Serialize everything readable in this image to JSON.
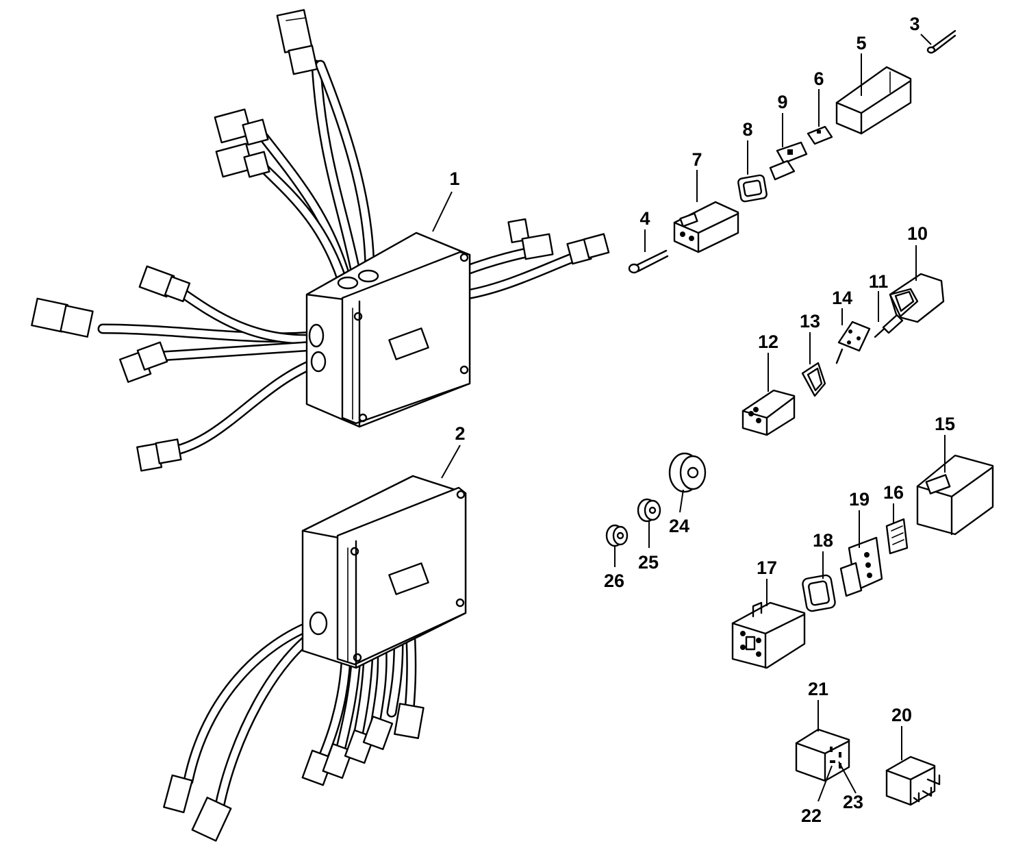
{
  "diagram": {
    "part_callouts": [
      {
        "id": "p1",
        "label": "1"
      },
      {
        "id": "p2",
        "label": "2"
      },
      {
        "id": "p3",
        "label": "3"
      },
      {
        "id": "p4",
        "label": "4"
      },
      {
        "id": "p5",
        "label": "5"
      },
      {
        "id": "p6",
        "label": "6"
      },
      {
        "id": "p7",
        "label": "7"
      },
      {
        "id": "p8",
        "label": "8"
      },
      {
        "id": "p9",
        "label": "9"
      },
      {
        "id": "p10",
        "label": "10"
      },
      {
        "id": "p11",
        "label": "11"
      },
      {
        "id": "p12",
        "label": "12"
      },
      {
        "id": "p13",
        "label": "13"
      },
      {
        "id": "p14",
        "label": "14"
      },
      {
        "id": "p15",
        "label": "15"
      },
      {
        "id": "p16",
        "label": "16"
      },
      {
        "id": "p17",
        "label": "17"
      },
      {
        "id": "p18",
        "label": "18"
      },
      {
        "id": "p19",
        "label": "19"
      },
      {
        "id": "p20",
        "label": "20"
      },
      {
        "id": "p21",
        "label": "21"
      },
      {
        "id": "p22",
        "label": "22"
      },
      {
        "id": "p23",
        "label": "23"
      },
      {
        "id": "p24",
        "label": "24"
      },
      {
        "id": "p25",
        "label": "25"
      },
      {
        "id": "p26",
        "label": "26"
      }
    ]
  }
}
